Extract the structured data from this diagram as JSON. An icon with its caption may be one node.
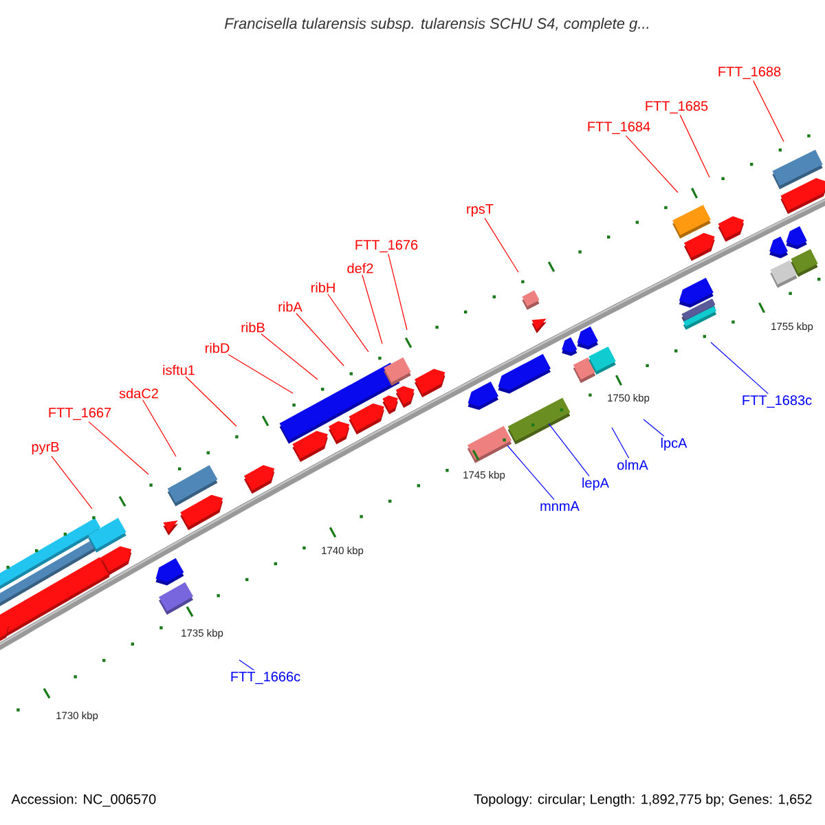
{
  "diagram": {
    "title": "Francisella tularensis subsp. tularensis SCHU S4, complete g...",
    "nodes": [
      {
        "text": [
          "pyrB"
        ]
      },
      {
        "text": [
          "FTT_1667"
        ]
      },
      {
        "text": [
          "sdaC2"
        ]
      },
      {
        "text": [
          "isftu1"
        ]
      },
      {
        "text": [
          "ribD"
        ]
      },
      {
        "text": [
          "ribB"
        ]
      },
      {
        "text": [
          "ribA"
        ]
      },
      {
        "text": [
          "ribH"
        ]
      },
      {
        "text": [
          "def2"
        ]
      },
      {
        "text": [
          "FTT_1676"
        ]
      },
      {
        "text": [
          "rpsT"
        ]
      },
      {
        "text": [
          "FTT_1684"
        ]
      },
      {
        "text": [
          "FTT_1685"
        ]
      },
      {
        "text": [
          "FTT_1688"
        ]
      },
      {
        "text": [
          "FTT_1666c"
        ]
      },
      {
        "text": [
          "mnmA"
        ]
      },
      {
        "text": [
          "lepA"
        ]
      },
      {
        "text": [
          "olmA"
        ]
      },
      {
        "text": [
          "lpcA"
        ]
      },
      {
        "text": [
          "FTT_1683c"
        ]
      }
    ],
    "edges": [
      {
        "from": 0,
        "to": null,
        "arrow": "none"
      },
      {
        "from": 1,
        "to": null,
        "arrow": "none"
      },
      {
        "from": 2,
        "to": null,
        "arrow": "none"
      },
      {
        "from": 3,
        "to": null,
        "arrow": "none"
      },
      {
        "from": 4,
        "to": null,
        "arrow": "none"
      },
      {
        "from": 5,
        "to": null,
        "arrow": "none"
      },
      {
        "from": 6,
        "to": null,
        "arrow": "none"
      },
      {
        "from": 7,
        "to": null,
        "arrow": "none"
      },
      {
        "from": 8,
        "to": null,
        "arrow": "none"
      },
      {
        "from": 9,
        "to": null,
        "arrow": "none"
      },
      {
        "from": 10,
        "to": null,
        "arrow": "none"
      },
      {
        "from": 11,
        "to": null,
        "arrow": "none"
      },
      {
        "from": 12,
        "to": null,
        "arrow": "none"
      },
      {
        "from": 13,
        "to": null,
        "arrow": "none"
      },
      {
        "from": 14,
        "to": null,
        "arrow": "none",
        "color": "#0000ff"
      },
      {
        "from": 15,
        "to": null,
        "arrow": "none",
        "color": "#0000ff"
      },
      {
        "from": 16,
        "to": null,
        "arrow": "none",
        "color": "#0000ff"
      },
      {
        "from": 17,
        "to": null,
        "arrow": "none",
        "color": "#0000ff"
      },
      {
        "from": 18,
        "to": null,
        "arrow": "none",
        "color": "#0000ff"
      },
      {
        "from": 19,
        "to": null,
        "arrow": "none",
        "color": "#0000ff"
      }
    ],
    "labels": [
      "1730 kbp",
      "1735 kbp",
      "1740 kbp",
      "1745 kbp",
      "1750 kbp",
      "1755 kbp",
      "Accession: NC_006570",
      "Topology: circular; Length: 1,892,775 bp; Genes: 1,652"
    ]
  }
}
